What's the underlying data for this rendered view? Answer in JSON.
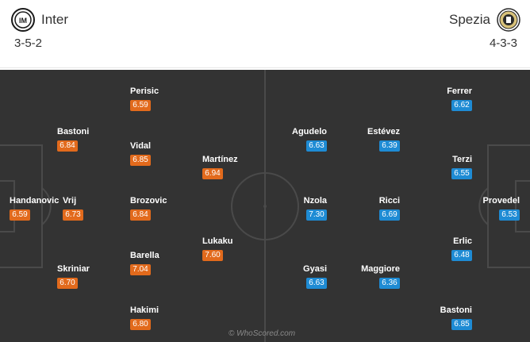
{
  "home": {
    "name": "Inter",
    "formation": "3-5-2",
    "rating_color": "#e26a1c",
    "logo": "inter-crest-icon"
  },
  "away": {
    "name": "Spezia",
    "formation": "4-3-3",
    "rating_color": "#1e8bd4",
    "logo": "spezia-crest-icon"
  },
  "pitch_color": "#333333",
  "home_players": [
    {
      "name": "Handanovic",
      "rating": "6.59"
    },
    {
      "name": "Vrij",
      "rating": "6.73"
    },
    {
      "name": "Bastoni",
      "rating": "6.84"
    },
    {
      "name": "Skriniar",
      "rating": "6.70"
    },
    {
      "name": "Perisic",
      "rating": "6.59"
    },
    {
      "name": "Vidal",
      "rating": "6.85"
    },
    {
      "name": "Brozovic",
      "rating": "6.84"
    },
    {
      "name": "Barella",
      "rating": "7.04"
    },
    {
      "name": "Hakimi",
      "rating": "6.80"
    },
    {
      "name": "Martínez",
      "rating": "6.94"
    },
    {
      "name": "Lukaku",
      "rating": "7.60"
    }
  ],
  "away_players": [
    {
      "name": "Provedel",
      "rating": "6.53"
    },
    {
      "name": "Ferrer",
      "rating": "6.62"
    },
    {
      "name": "Terzi",
      "rating": "6.55"
    },
    {
      "name": "Erlic",
      "rating": "6.48"
    },
    {
      "name": "Bastoni",
      "rating": "6.85"
    },
    {
      "name": "Estévez",
      "rating": "6.39"
    },
    {
      "name": "Ricci",
      "rating": "6.69"
    },
    {
      "name": "Maggiore",
      "rating": "6.36"
    },
    {
      "name": "Agudelo",
      "rating": "6.63"
    },
    {
      "name": "Nzola",
      "rating": "7.30"
    },
    {
      "name": "Gyasi",
      "rating": "6.63"
    }
  ],
  "watermark": "© WhoScored.com"
}
